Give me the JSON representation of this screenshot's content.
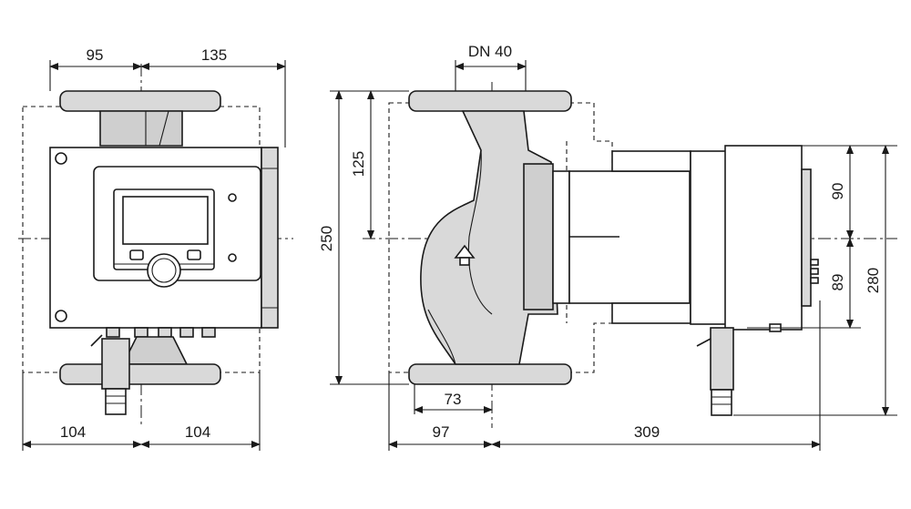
{
  "dimensions": {
    "front_top_left": "95",
    "front_top_right": "135",
    "front_bottom_left": "104",
    "front_bottom_right": "104",
    "side_dn": "DN 40",
    "side_height_total": "250",
    "side_height_upper": "125",
    "side_right_upper": "90",
    "side_right_lower": "89",
    "side_right_total": "280",
    "side_bottom_73": "73",
    "side_bottom_97": "97",
    "side_bottom_309": "309"
  }
}
